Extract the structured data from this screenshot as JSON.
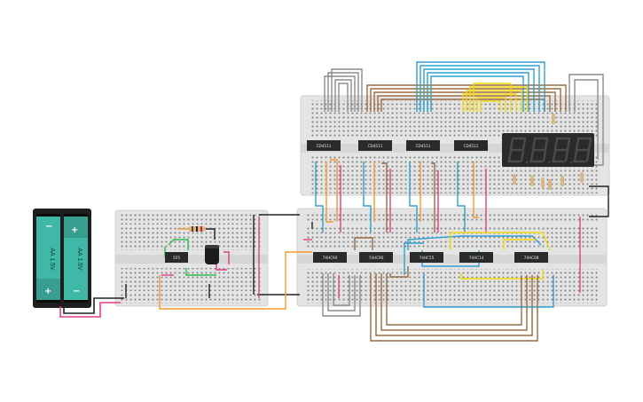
{
  "circuit": {
    "battery": {
      "cells": [
        "AA 1.5V",
        "AA 1.5V"
      ],
      "minus_symbol": "−",
      "plus_symbol": "+"
    },
    "timer_chip": "555",
    "counter_chips": [
      "CD4511",
      "CD4511",
      "CD4511",
      "CD4511"
    ],
    "logic_chips": [
      "74HC90",
      "74HC90",
      "74HC55",
      "74HC14",
      "74HC08"
    ],
    "display": {
      "digits": [
        "8",
        "8",
        "8",
        "8"
      ]
    },
    "colors": {
      "breadboard": "#e4e4e4",
      "wire_blue": "#2e9fd2",
      "wire_brown": "#9a6b3e",
      "wire_yellow": "#f4d80e",
      "wire_orange": "#f09a2a",
      "wire_gray": "#8c8c8c",
      "wire_black": "#222222",
      "wire_pink": "#de3f8a",
      "wire_green": "#2bbf4b",
      "battery_cell": "#3fb8a8",
      "chip": "#2a2a2a"
    }
  }
}
